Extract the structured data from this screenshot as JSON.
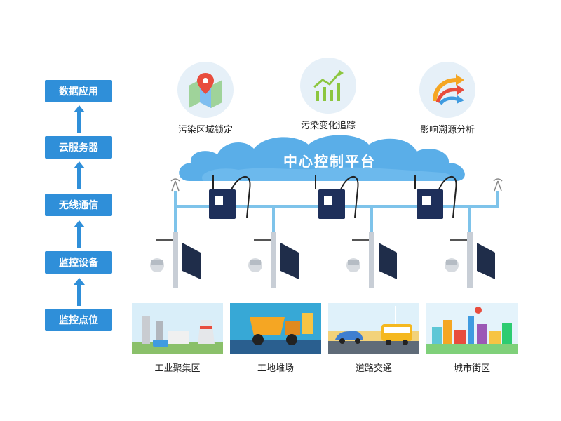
{
  "layers": [
    {
      "label": "数据应用"
    },
    {
      "label": "云服务器"
    },
    {
      "label": "无线通信"
    },
    {
      "label": "监控设备"
    },
    {
      "label": "监控点位"
    }
  ],
  "features": [
    {
      "label": "污染区域锁定",
      "icon": "map-pin-icon"
    },
    {
      "label": "污染变化追踪",
      "icon": "trend-chart-icon"
    },
    {
      "label": "影响溯源分析",
      "icon": "arrows-icon"
    }
  ],
  "platform": {
    "title": "中心控制平台"
  },
  "scenes": [
    {
      "label": "工业聚集区"
    },
    {
      "label": "工地堆场"
    },
    {
      "label": "道路交通"
    },
    {
      "label": "城市街区"
    }
  ],
  "colors": {
    "accent": "#2f8fd9",
    "cloud": "#5aaee8",
    "line": "#7ec3ea"
  }
}
